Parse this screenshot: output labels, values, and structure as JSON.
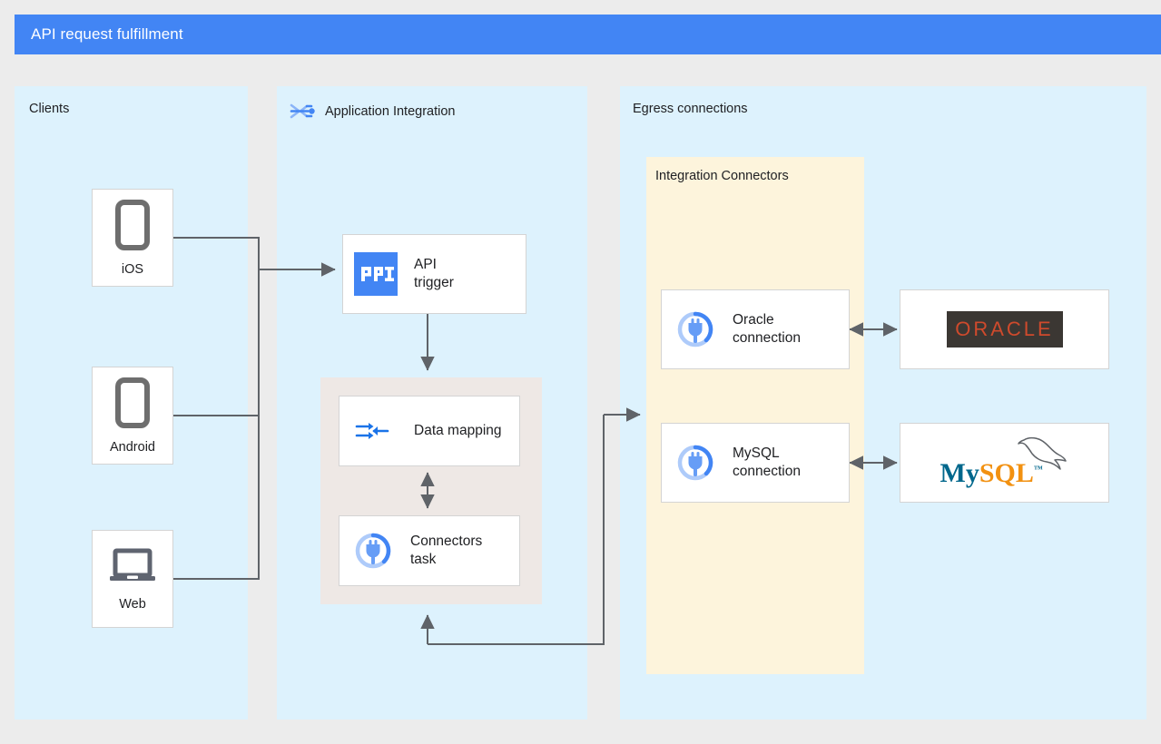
{
  "header": {
    "title": "API request fulfillment",
    "bar_color": "#4285f4"
  },
  "colors": {
    "page_background": "#ececec",
    "panel_blue": "#ddf2fd",
    "panel_cream": "#fdf4dc",
    "panel_grey": "#eee8e5",
    "edge_grey": "#5f6368",
    "accent_blue": "#4285f4",
    "oracle_red": "#cf4a2c",
    "oracle_dark": "#3b3733",
    "mysql_teal": "#00678c",
    "mysql_orange": "#f29111"
  },
  "panels": {
    "clients": {
      "label": "Clients"
    },
    "application_integration": {
      "label": "Application Integration",
      "icon": "application-integration-icon"
    },
    "egress": {
      "label": "Egress connections"
    },
    "integration_connectors": {
      "label": "Integration Connectors"
    }
  },
  "clients": [
    {
      "label": "iOS",
      "icon": "mobile-phone-icon"
    },
    {
      "label": "Android",
      "icon": "mobile-phone-icon"
    },
    {
      "label": "Web",
      "icon": "laptop-icon"
    }
  ],
  "integration_nodes": [
    {
      "label": "API\ntrigger",
      "icon": "api-trigger-icon"
    },
    {
      "label": "Data mapping",
      "icon": "data-mapping-icon"
    },
    {
      "label": "Connectors\ntask",
      "icon": "connectors-plug-icon"
    }
  ],
  "connections": [
    {
      "label": "Oracle\nconnection",
      "icon": "connectors-plug-icon"
    },
    {
      "label": "MySQL\nconnection",
      "icon": "connectors-plug-icon"
    }
  ],
  "backends": [
    {
      "name": "Oracle",
      "logo_text": "ORACLE",
      "logo": "oracle-logo"
    },
    {
      "name": "MySQL",
      "logo_text_primary": "My",
      "logo_text_secondary": "SQL",
      "logo_trademark": "™",
      "logo": "mysql-logo"
    }
  ]
}
